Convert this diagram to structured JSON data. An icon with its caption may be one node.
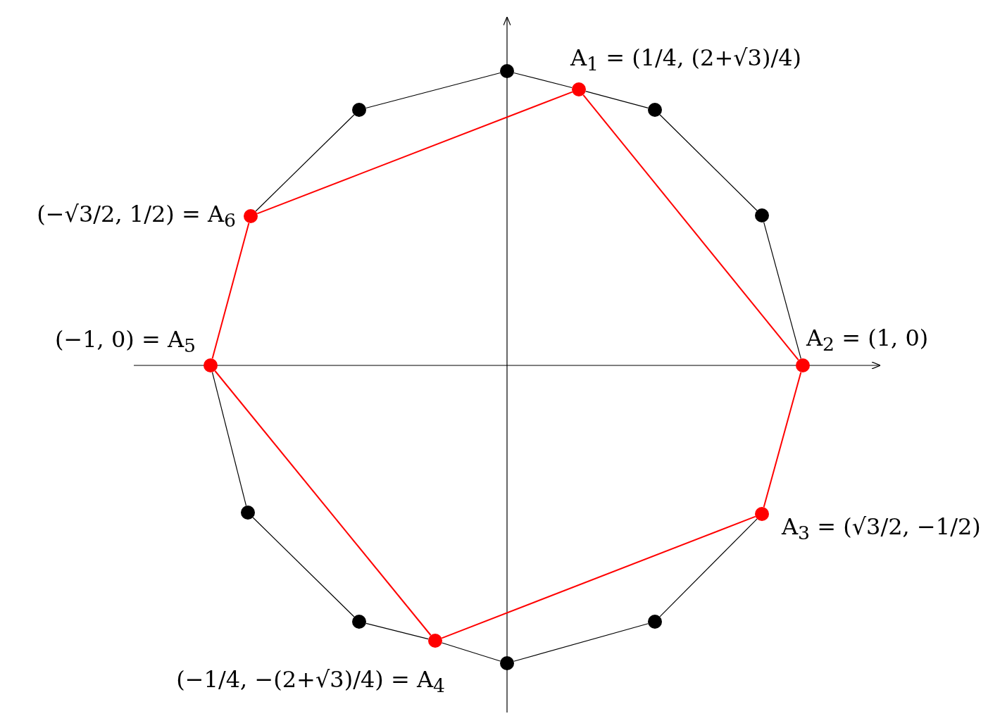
{
  "diagram": {
    "nodes": [
      {
        "text": [],
        "shape": "circle"
      },
      {
        "text": [],
        "shape": "circle",
        "beside": [
          "A$_{1}$ = (1/4, (2+√3)/4)"
        ]
      },
      {
        "text": [],
        "shape": "circle"
      },
      {
        "text": [],
        "shape": "circle"
      },
      {
        "text": [],
        "shape": "circle"
      },
      {
        "text": [],
        "shape": "circle",
        "beside": [
          "(−√3/2, 1/2) = A$_{6}$"
        ]
      },
      {
        "text": [],
        "shape": "circle",
        "beside": [
          "(−1, 0) = A$_{5}$"
        ]
      },
      {
        "text": [],
        "shape": "circle",
        "beside": [
          "A$_{2}$ = (1, 0)"
        ]
      },
      {
        "text": [],
        "shape": "circle",
        "beside": [
          "A$_{3}$ = (√3/2, −1/2)"
        ]
      },
      {
        "text": [],
        "shape": "circle"
      },
      {
        "text": [],
        "shape": "circle"
      },
      {
        "text": [],
        "shape": "circle"
      },
      {
        "text": [],
        "shape": "circle",
        "beside": [
          "(−1/4, −(2+√3)/4) = A$_{4}$"
        ]
      },
      {
        "text": [],
        "shape": "circle"
      }
    ],
    "edges": [
      {
        "from": 0,
        "to": 1,
        "arrow": "none"
      },
      {
        "from": 1,
        "to": 3,
        "arrow": "none"
      },
      {
        "from": 3,
        "to": 4,
        "arrow": "none"
      },
      {
        "from": 4,
        "to": 7,
        "arrow": "none"
      },
      {
        "from": 8,
        "to": 11,
        "arrow": "none"
      },
      {
        "from": 11,
        "to": 13,
        "arrow": "none"
      },
      {
        "from": 13,
        "to": 12,
        "arrow": "none"
      },
      {
        "from": 12,
        "to": 10,
        "arrow": "none"
      },
      {
        "from": 10,
        "to": 9,
        "arrow": "none"
      },
      {
        "from": 9,
        "to": 6,
        "arrow": "none"
      },
      {
        "from": 5,
        "to": 2,
        "arrow": "none"
      },
      {
        "from": 2,
        "to": 0,
        "arrow": "none"
      },
      {
        "from": 1,
        "to": 7,
        "arrow": "none",
        "color": "#ff0000"
      },
      {
        "from": 7,
        "to": 8,
        "arrow": "none",
        "color": "#ff0000"
      },
      {
        "from": 8,
        "to": 12,
        "arrow": "none",
        "color": "#ff0000"
      },
      {
        "from": 12,
        "to": 6,
        "arrow": "none",
        "color": "#ff0000"
      },
      {
        "from": 6,
        "to": 5,
        "arrow": "none",
        "color": "#ff0000"
      },
      {
        "from": 5,
        "to": 1,
        "arrow": "none",
        "color": "#ff0000"
      }
    ]
  }
}
